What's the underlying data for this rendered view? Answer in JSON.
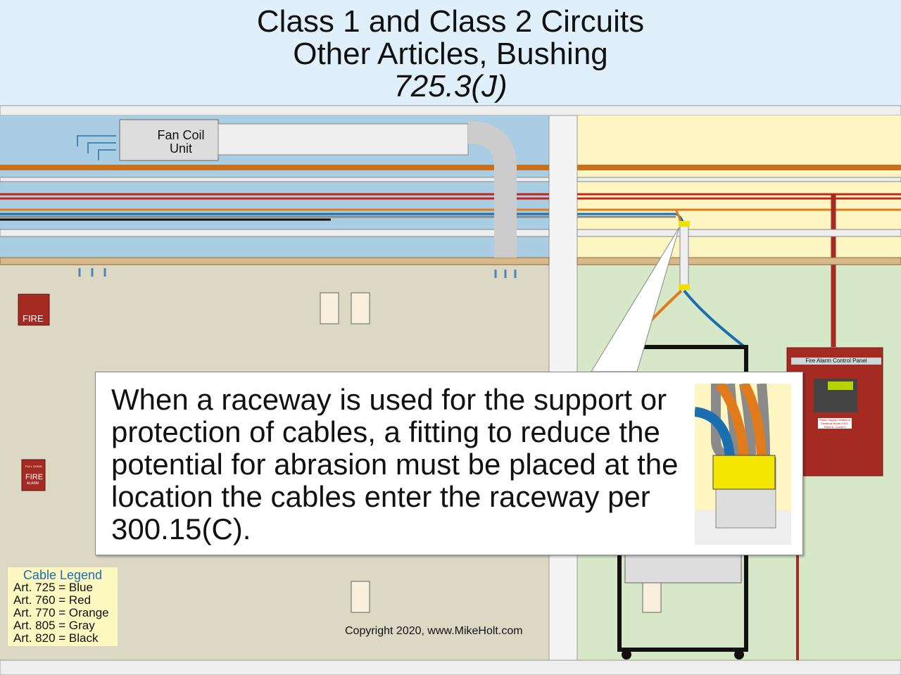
{
  "header": {
    "title_line1": "Class 1 and Class 2 Circuits",
    "title_line2": "Other Articles, Bushing",
    "code_reference": "725.3(J)"
  },
  "scene": {
    "fan_coil_label": "Fan Coil Unit",
    "fire_alarm_panel": {
      "title": "Fire Alarm Control Panel",
      "note": "Power Supply Located in Electrical Room E101, Panel A, Circuit 4",
      "color": "#a52a22"
    },
    "horn_strobe_label": "FIRE",
    "pull_station_label": "FIRE",
    "pull_station_sub": "ALARM",
    "pull_station_top": "PULL DOWN"
  },
  "callout": {
    "text": "When a raceway is used for the support or protection of cables, a fitting to reduce the potential for abrasion must be placed at the location the cables enter the raceway per 300.15(C)."
  },
  "legend": {
    "title": "Cable Legend",
    "items": [
      {
        "label": "Art. 725 = Blue",
        "color": "#1a6fb0"
      },
      {
        "label": "Art. 760 = Red",
        "color": "#c0281e"
      },
      {
        "label": "Art. 770 = Orange",
        "color": "#e07a1a"
      },
      {
        "label": "Art. 805 = Gray",
        "color": "#8a8a8a"
      },
      {
        "label": "Art. 820 = Black",
        "color": "#111111"
      }
    ]
  },
  "copyright": "Copyright 2020, www.MikeHolt.com"
}
